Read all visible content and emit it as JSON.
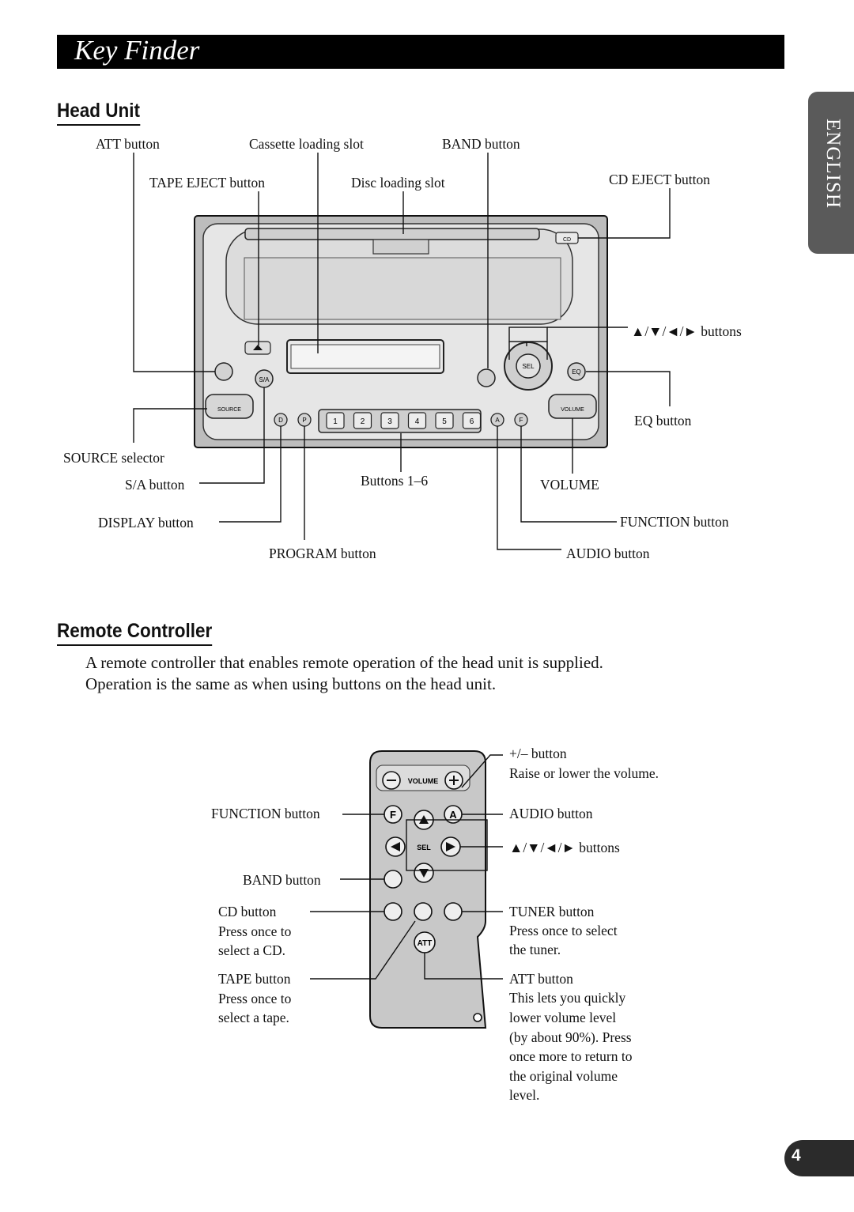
{
  "page_title": "Key Finder",
  "language_tab": "ENGLISH",
  "page_number": "4",
  "head_unit": {
    "heading": "Head Unit",
    "labels": {
      "att": "ATT button",
      "cassette_slot": "Cassette loading slot",
      "band": "BAND button",
      "tape_eject": "TAPE EJECT button",
      "disc_slot": "Disc loading slot",
      "cd_eject": "CD EJECT button",
      "arrows": "▲/▼/◄/► buttons",
      "eq": "EQ button",
      "source": "SOURCE selector",
      "sa": "S/A button",
      "buttons16": "Buttons 1–6",
      "volume": "VOLUME",
      "display": "DISPLAY button",
      "function": "FUNCTION button",
      "program": "PROGRAM button",
      "audio": "AUDIO button"
    },
    "device_text": {
      "sel": "SEL",
      "eq": "EQ",
      "sa": "S/A",
      "source": "SOURCE",
      "volume": "VOLUME",
      "cd": "CD",
      "d": "D",
      "p": "P",
      "a": "A",
      "f": "F",
      "presets": [
        "1",
        "2",
        "3",
        "4",
        "5",
        "6"
      ]
    }
  },
  "remote": {
    "heading": "Remote Controller",
    "intro_line1": "A remote controller that enables remote operation of the head unit is supplied.",
    "intro_line2": "Operation is the same as when using buttons on the head unit.",
    "labels": {
      "plusminus": "+/– button",
      "plusminus_desc": "Raise or lower the volume.",
      "function": "FUNCTION button",
      "audio": "AUDIO button",
      "arrows": "▲/▼/◄/► buttons",
      "band": "BAND button",
      "cd": "CD button",
      "cd_desc1": "Press once to",
      "cd_desc2": "select a CD.",
      "tuner": "TUNER button",
      "tuner_desc1": "Press once to select",
      "tuner_desc2": "the tuner.",
      "tape": "TAPE button",
      "tape_desc1": "Press once to",
      "tape_desc2": "select a tape.",
      "att": "ATT button",
      "att_desc": [
        "This lets you quickly",
        "lower volume level",
        "(by about 90%). Press",
        "once more to return to",
        "the original volume",
        "level."
      ]
    },
    "device_text": {
      "volume": "VOLUME",
      "sel": "SEL",
      "f": "F",
      "a": "A",
      "att": "ATT"
    }
  }
}
